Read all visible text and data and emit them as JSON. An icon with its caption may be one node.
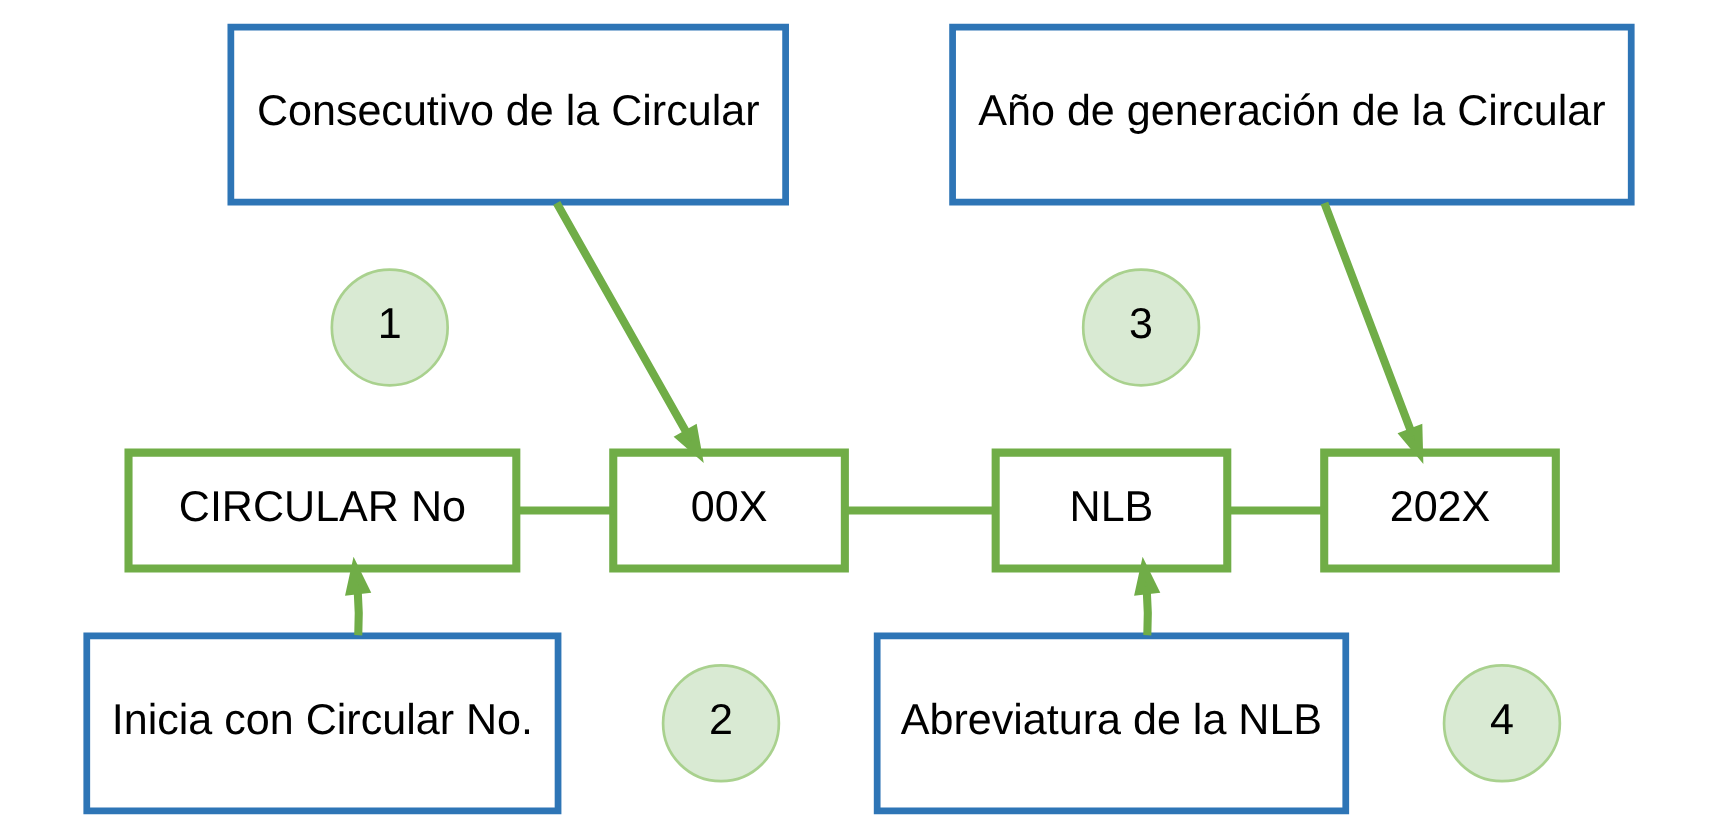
{
  "diagram": {
    "nodes": [
      {
        "text": [
          "Consecutivo de la Circular"
        ]
      },
      {
        "text": [
          "Año de generación de la Circular"
        ]
      },
      {
        "text": [
          "1"
        ]
      },
      {
        "text": [
          "3"
        ]
      },
      {
        "text": [
          "CIRCULAR No"
        ]
      },
      {
        "text": [
          "00X"
        ]
      },
      {
        "text": [
          "NLB"
        ]
      },
      {
        "text": [
          "202X"
        ]
      },
      {
        "text": [
          "2"
        ]
      },
      {
        "text": [
          "4"
        ]
      },
      {
        "text": [
          "Inicia con Circular No."
        ]
      },
      {
        "text": [
          "Abreviatura de la NLB"
        ]
      }
    ],
    "edges": [
      {
        "from": 0,
        "to": 5,
        "arrow": "to"
      },
      {
        "from": 1,
        "to": 7,
        "arrow": "to"
      },
      {
        "from": 4,
        "to": 5,
        "arrow": "none"
      },
      {
        "from": 5,
        "to": 6,
        "arrow": "none"
      },
      {
        "from": 6,
        "to": 7,
        "arrow": "none"
      },
      {
        "from": 10,
        "to": 4,
        "arrow": "to"
      },
      {
        "from": 11,
        "to": 6,
        "arrow": "to"
      }
    ]
  }
}
